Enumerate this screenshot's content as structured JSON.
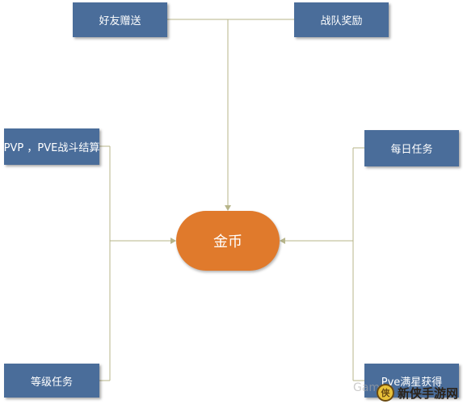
{
  "diagram": {
    "center": "金币",
    "sources": {
      "friend_gift": "好友赠送",
      "team_reward": "战队奖励",
      "pvp_pve": "PVP ，PVE战斗结算",
      "daily_task": "每日任务",
      "level_task": "等级任务",
      "pve_star": "Pve满星获得"
    }
  },
  "watermark": {
    "en": "Game",
    "cn": "新侠手游网",
    "logo_char": "侠"
  },
  "colors": {
    "box": "#4a6d9a",
    "center": "#e07a2c",
    "connector": "#b7b58a"
  }
}
